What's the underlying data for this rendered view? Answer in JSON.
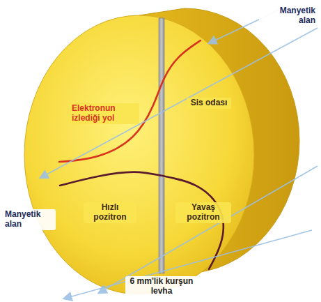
{
  "diagram": {
    "labels": [
      "Manyetik alan",
      "Elektronun izlediği yol",
      "Sis odası",
      "Hızlı pozitron",
      "Yavaş pozitron",
      "Manyetik alan",
      "6 mm'lik kurşun levha"
    ]
  }
}
